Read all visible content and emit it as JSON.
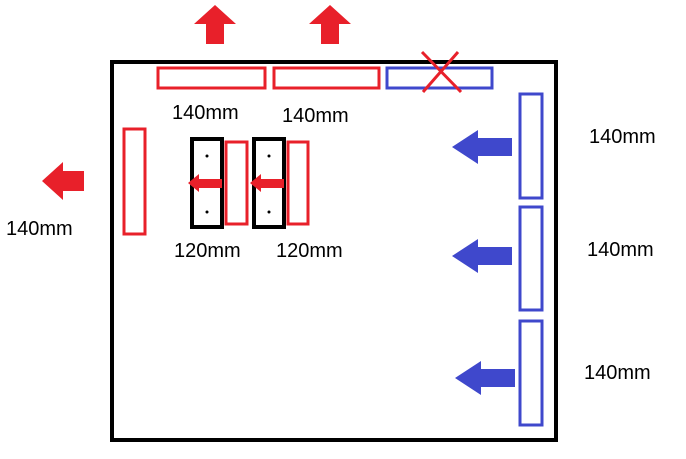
{
  "colors": {
    "exhaust": "#e8202a",
    "intake": "#3f48cc",
    "case": "#000000",
    "background": "#ffffff"
  },
  "labels": {
    "top_fan_1": "140mm",
    "top_fan_2": "140mm",
    "rear_fan": "140mm",
    "cpu_fan_1": "120mm",
    "cpu_fan_2": "120mm",
    "front_fan_1": "140mm",
    "front_fan_2": "140mm",
    "front_fan_3": "140mm"
  },
  "icons": {
    "exhaust_arrow": "arrow-icon",
    "intake_arrow": "arrow-icon",
    "removed_mark": "x-mark-icon"
  }
}
